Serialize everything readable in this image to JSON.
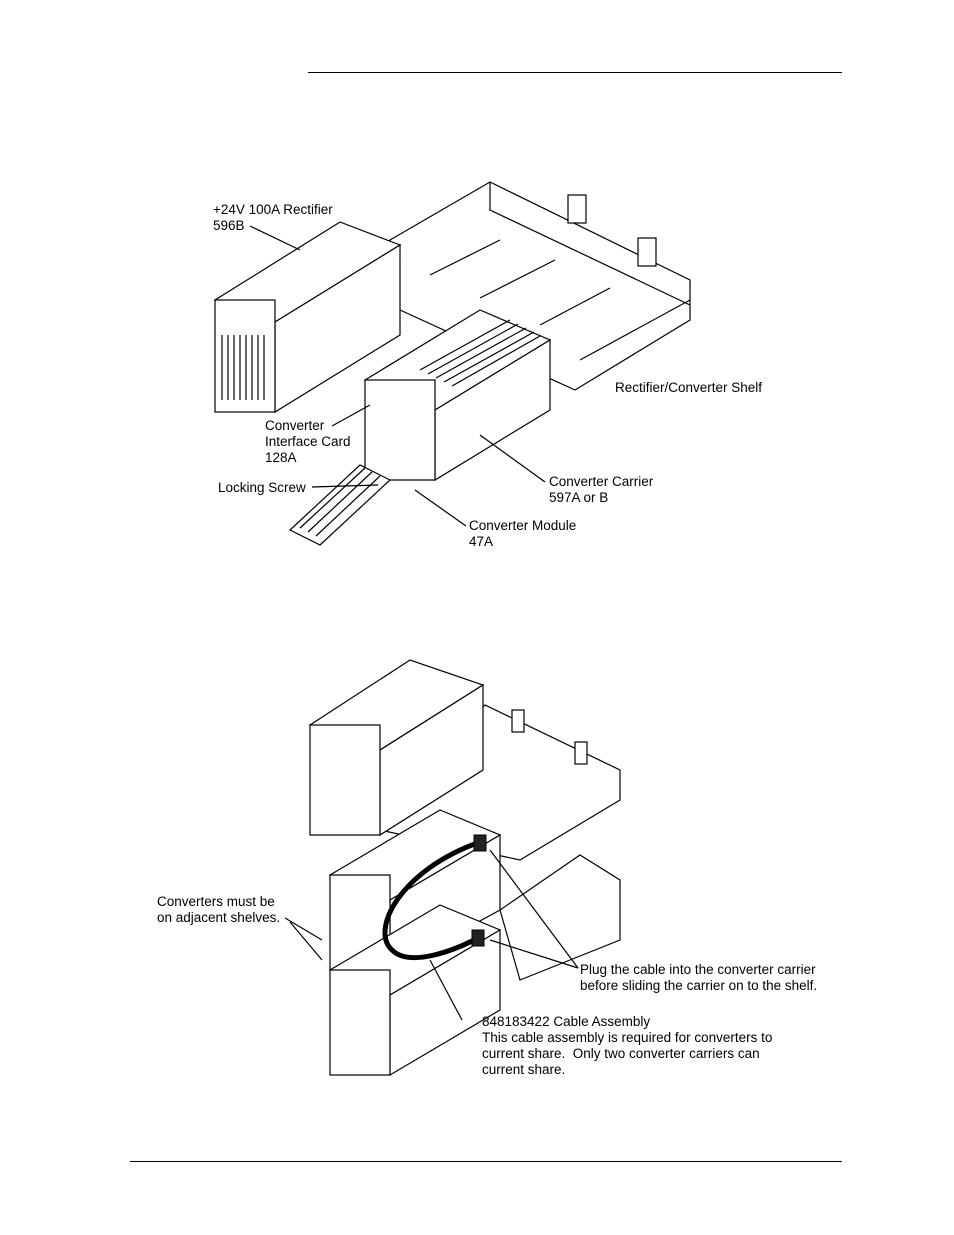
{
  "figure1": {
    "labels": {
      "rectifier_line1": "+24V 100A Rectifier",
      "rectifier_line2": "596B",
      "shelf": "Rectifier/Converter Shelf",
      "interface_line1": "Converter",
      "interface_line2": "Interface Card",
      "interface_line3": "128A",
      "locking_screw": "Locking Screw",
      "carrier_line1": "Converter Carrier",
      "carrier_line2": "597A or B",
      "module_line1": "Converter Module",
      "module_line2": "47A"
    }
  },
  "figure2": {
    "labels": {
      "adjacent_line1": "Converters must be",
      "adjacent_line2": "on adjacent shelves.",
      "plug_line1": "Plug the cable into the converter carrier",
      "plug_line2": "before sliding the carrier on to the shelf.",
      "cable_line1": "848183422 Cable Assembly",
      "cable_line2": "This cable assembly is required for converters to",
      "cable_line3": "current share.  Only two converter carriers can",
      "cable_line4": "current share."
    }
  }
}
